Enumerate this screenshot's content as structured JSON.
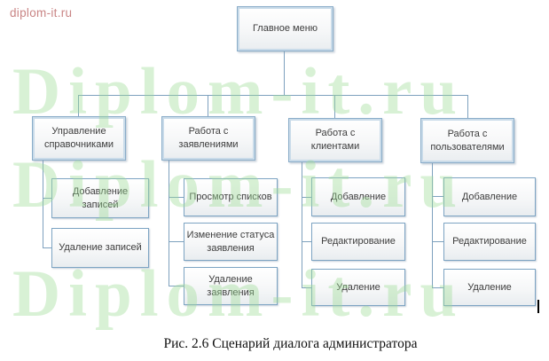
{
  "page": {
    "watermark_red": "diplom-it.ru",
    "watermark_large": "Diplom-it.ru",
    "caption": "Рис. 2.6 Сценарий диалога администратора"
  },
  "diagram": {
    "root": {
      "label": "Главное меню"
    },
    "branches": [
      {
        "label": "Управление справочниками",
        "children": [
          "Добавление записей",
          "Удаление записей"
        ]
      },
      {
        "label": "Работа с заявлениями",
        "children": [
          "Просмотр списков",
          "Изменение статуса заявления",
          "Удаление заявления"
        ]
      },
      {
        "label": "Работа с клиентами",
        "children": [
          "Добавление",
          "Редактирование",
          "Удаление"
        ]
      },
      {
        "label": "Работа с пользователями",
        "children": [
          "Добавление",
          "Редактирование",
          "Удаление"
        ]
      }
    ],
    "colors": {
      "box_border": "#8badc9",
      "box_border_inner": "#c9dbe9",
      "connector": "#7ea1be",
      "watermark_green": "#9edd96",
      "watermark_red": "#c98585",
      "text": "#3d3d3d"
    }
  }
}
